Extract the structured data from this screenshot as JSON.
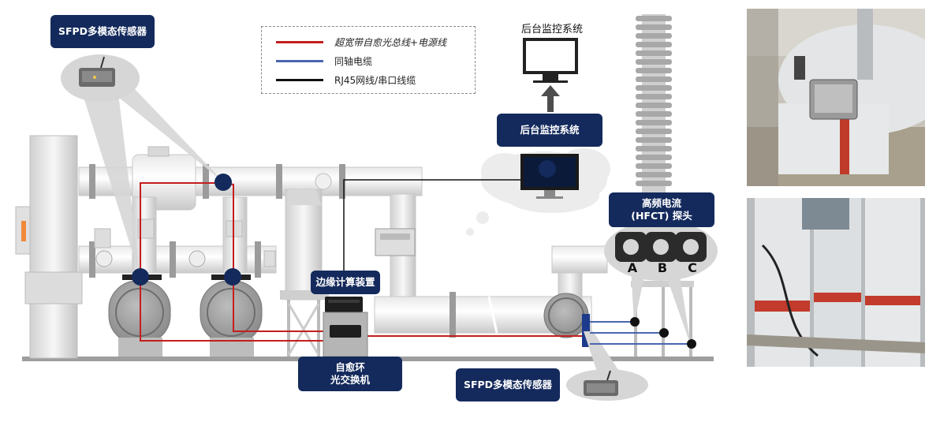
{
  "legend": {
    "items": [
      {
        "label": "超宽带自愈光总线+电源线",
        "color": "#c41e1e",
        "italic": true
      },
      {
        "label": "同轴电缆",
        "color": "#4a66b0",
        "italic": false
      },
      {
        "label": "RJ45网线/串口线缆",
        "color": "#111111",
        "italic": false
      }
    ]
  },
  "labels": {
    "sensor_top": "SFPD多模态传感器",
    "sensor_bottom": "SFPD多模态传感器",
    "monitor_title": "后台监控系统",
    "monitor_box": "后台监控系统",
    "edge": "边缘计算装置",
    "switch": "自愈环\n光交换机",
    "hfct": "高频电流\n(HFCT) 探头"
  },
  "phases": [
    "A",
    "B",
    "C"
  ],
  "colors": {
    "navy": "#142a5c",
    "red_line": "#c41e1e",
    "blue_line": "#4a66b0",
    "black_line": "#111111"
  }
}
